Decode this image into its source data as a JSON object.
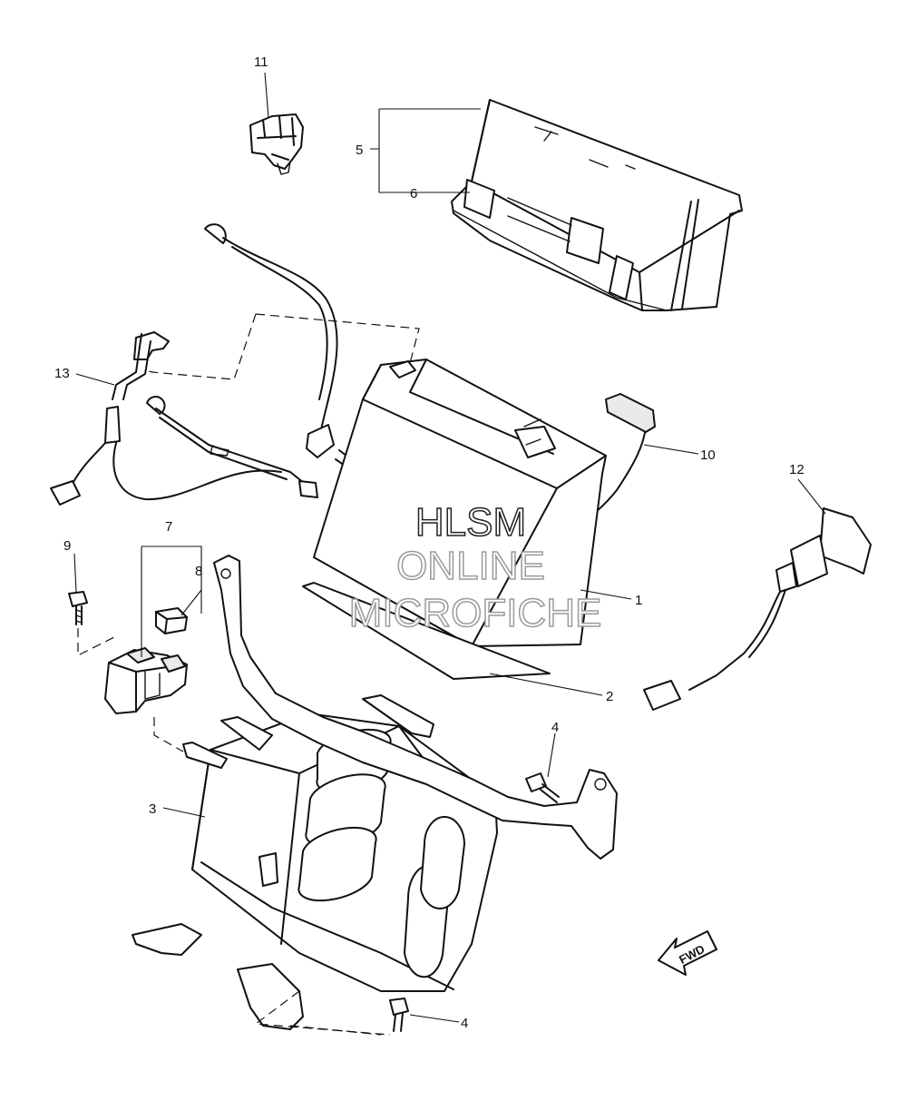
{
  "callouts": {
    "c1": "1",
    "c2": "2",
    "c3": "3",
    "c4a": "4",
    "c4b": "4",
    "c5": "5",
    "c6": "6",
    "c7": "7",
    "c8": "8",
    "c9": "9",
    "c10": "10",
    "c11": "11",
    "c12": "12",
    "c13": "13"
  },
  "watermark": {
    "line1": "HLSM",
    "line2": "ONLINE",
    "line3": "MICROFICHE",
    "color_dark": "#222222",
    "color_light": "#9a9a9a"
  },
  "direction_badge": {
    "label": "FWD",
    "icon": "arrow-forward-icon"
  }
}
